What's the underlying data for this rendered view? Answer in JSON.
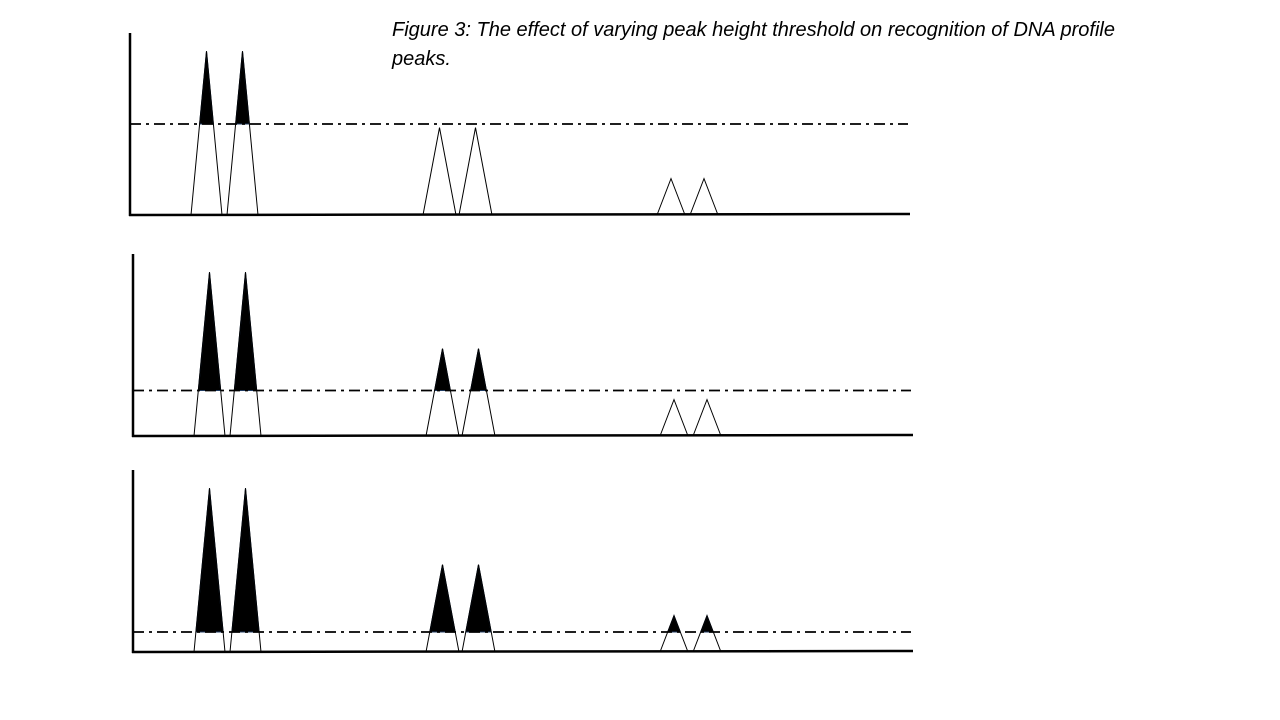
{
  "caption": "Figure 3: The effect of varying peak height threshold on recognition of DNA profile peaks.",
  "colors": {
    "line": "#000000",
    "fill_above_threshold": "#000000",
    "peak_below_threshold": "#ffffff",
    "peak_edge_highlight": "#1f3a5f",
    "background": "#ffffff"
  },
  "chart_data": [
    {
      "type": "diagram",
      "threshold": 0.5,
      "peak_groups": [
        {
          "heights": [
            0.9,
            0.9
          ]
        },
        {
          "heights": [
            0.48,
            0.48
          ]
        },
        {
          "heights": [
            0.2,
            0.2
          ]
        }
      ]
    },
    {
      "type": "diagram",
      "threshold": 0.25,
      "peak_groups": [
        {
          "heights": [
            0.9,
            0.9
          ]
        },
        {
          "heights": [
            0.48,
            0.48
          ]
        },
        {
          "heights": [
            0.2,
            0.2
          ]
        }
      ]
    },
    {
      "type": "diagram",
      "threshold": 0.11,
      "peak_groups": [
        {
          "heights": [
            0.9,
            0.9
          ]
        },
        {
          "heights": [
            0.48,
            0.48
          ]
        },
        {
          "heights": [
            0.2,
            0.2
          ]
        }
      ]
    }
  ]
}
